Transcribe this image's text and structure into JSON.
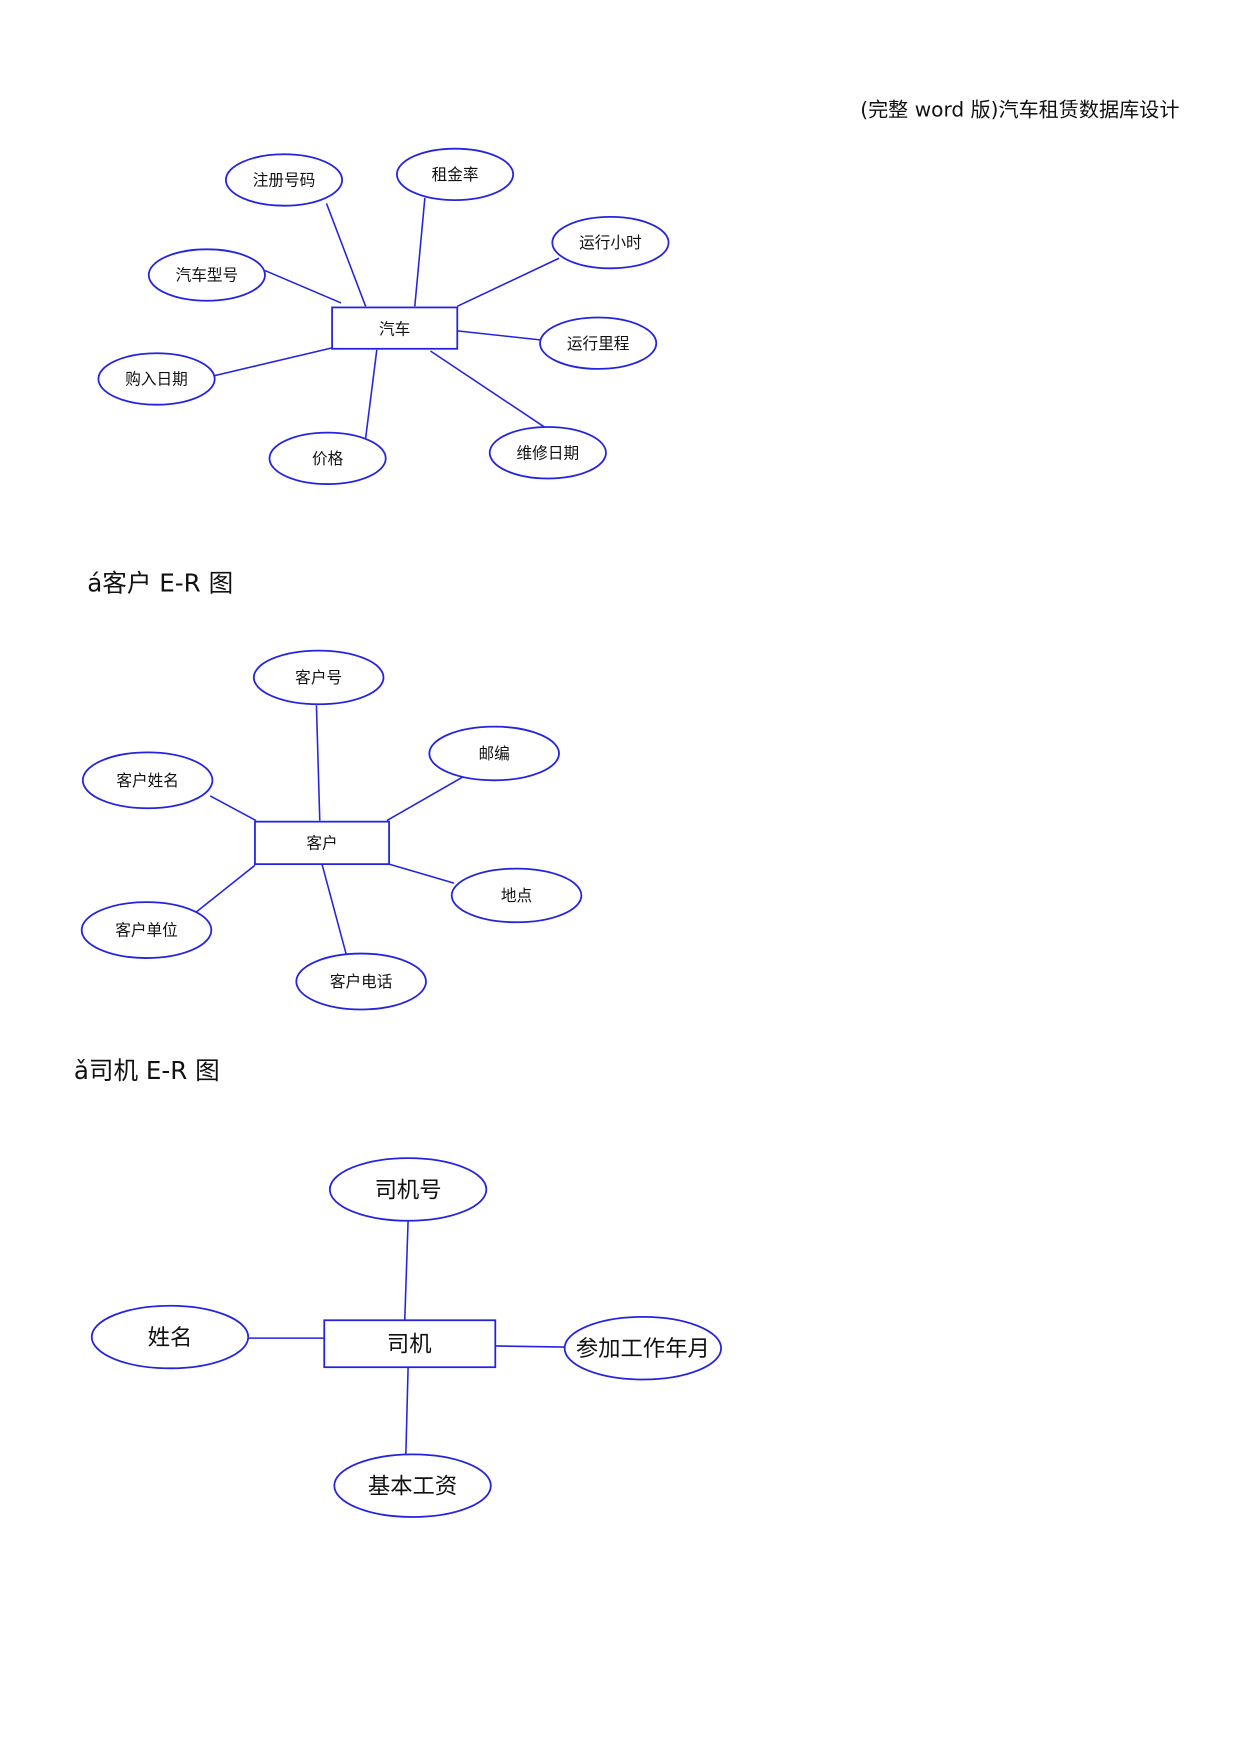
{
  "header": {
    "title": "(完整 word 版)汽车租赁数据库设计"
  },
  "diagrams": {
    "car": {
      "entity": "汽车",
      "attributes": [
        "注册号码",
        "租金率",
        "运行小时",
        "汽车型号",
        "运行里程",
        "购入日期",
        "价格",
        "维修日期"
      ]
    },
    "customer": {
      "heading": "á客户 E-R 图",
      "entity": "客户",
      "attributes": [
        "客户号",
        "邮编",
        "客户姓名",
        "地点",
        "客户单位",
        "客户电话"
      ]
    },
    "driver": {
      "heading": "ǎ司机 E-R 图",
      "entity": "司机",
      "attributes": [
        "司机号",
        "姓名",
        "参加工作年月",
        "基本工资"
      ]
    }
  },
  "colors": {
    "stroke": "#2424e0",
    "text": "#111111",
    "background": "#ffffff"
  }
}
